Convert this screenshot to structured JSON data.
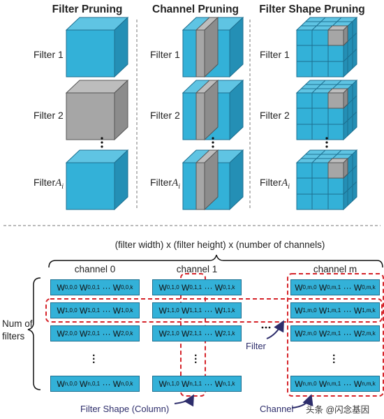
{
  "columns": {
    "filter_pruning": "Filter Pruning",
    "channel_pruning": "Channel Pruning",
    "filter_shape_pruning": "Filter Shape Pruning"
  },
  "filter_labels": {
    "filter1": "Filter 1",
    "filter2": "Filter 2",
    "filterAi_prefix": "Filter",
    "filterAi_var": "A",
    "filterAi_sub": "i"
  },
  "matrix": {
    "dimension_label": "(filter width) x (filter height) x (number of channels)",
    "channels": [
      "channel 0",
      "channel 1",
      "channel m"
    ],
    "num_filters": "Num of\nfilters",
    "rows": [
      [
        "W0,0,0 W0,0,1 ··· W0,0,k",
        "W0,1,0 W0,1,1 ··· W0,1,k",
        "W0,m,0 W0,m,1 ··· W0,m,k"
      ],
      [
        "W1,0,0 W1,0,1 ··· W1,0,k",
        "W1,1,0 W1,1,1 ··· W1,1,k",
        "W1,m,0 W1,m,1 ··· W1,m,k"
      ],
      [
        "W2,0,0 W2,0,1 ··· W2,0,k",
        "W2,1,0 W2,1,1 ··· W2,1,k",
        "W2,m,0 W2,m,1 ··· W2,m,k"
      ],
      [
        "Wn,0,0 Wn,0,1 ··· Wn,0,k",
        "Wn,1,0 Wn,1,1 ··· Wn,1,k",
        "Wn,m,0 Wn,m,1 ··· Wn,m,k"
      ]
    ],
    "annotations": {
      "filter": "Filter",
      "filter_shape": "Filter Shape (Column)",
      "channel": "Channel"
    }
  },
  "watermark": "头条 @闪念基因",
  "colors": {
    "cube_blue": "#33b1d8",
    "pruned_gray": "#a6a6a6",
    "highlight_red": "#d6242a",
    "arrow_navy": "#2d2d6b"
  }
}
